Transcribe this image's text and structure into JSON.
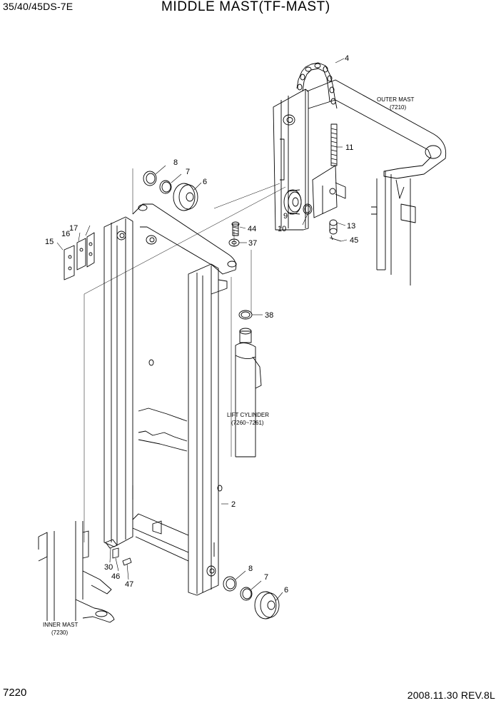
{
  "header": {
    "model": "35/40/45DS-7E",
    "title": "MIDDLE MAST(TF-MAST)"
  },
  "footer": {
    "page_code": "7220",
    "date_rev": "2008.11.30  REV.8L"
  },
  "captions": {
    "outer_mast": "OUTER MAST",
    "outer_mast_ref": "(7210)",
    "lift_cylinder": "LIFT CYLINDER",
    "lift_cylinder_ref": "(7260~7261)",
    "inner_mast": "INNER MAST",
    "inner_mast_ref": "(7230)"
  },
  "callouts": {
    "c4": "4",
    "c11": "11",
    "c8a": "8",
    "c7a": "7",
    "c6a": "6",
    "c9": "9",
    "c10": "10",
    "c13": "13",
    "c45": "45",
    "c44": "44",
    "c37": "37",
    "c17": "17",
    "c16": "16",
    "c15": "15",
    "c38": "38",
    "c2": "2",
    "c30": "30",
    "c46": "46",
    "c47": "47",
    "c8b": "8",
    "c7b": "7",
    "c6b": "6"
  }
}
